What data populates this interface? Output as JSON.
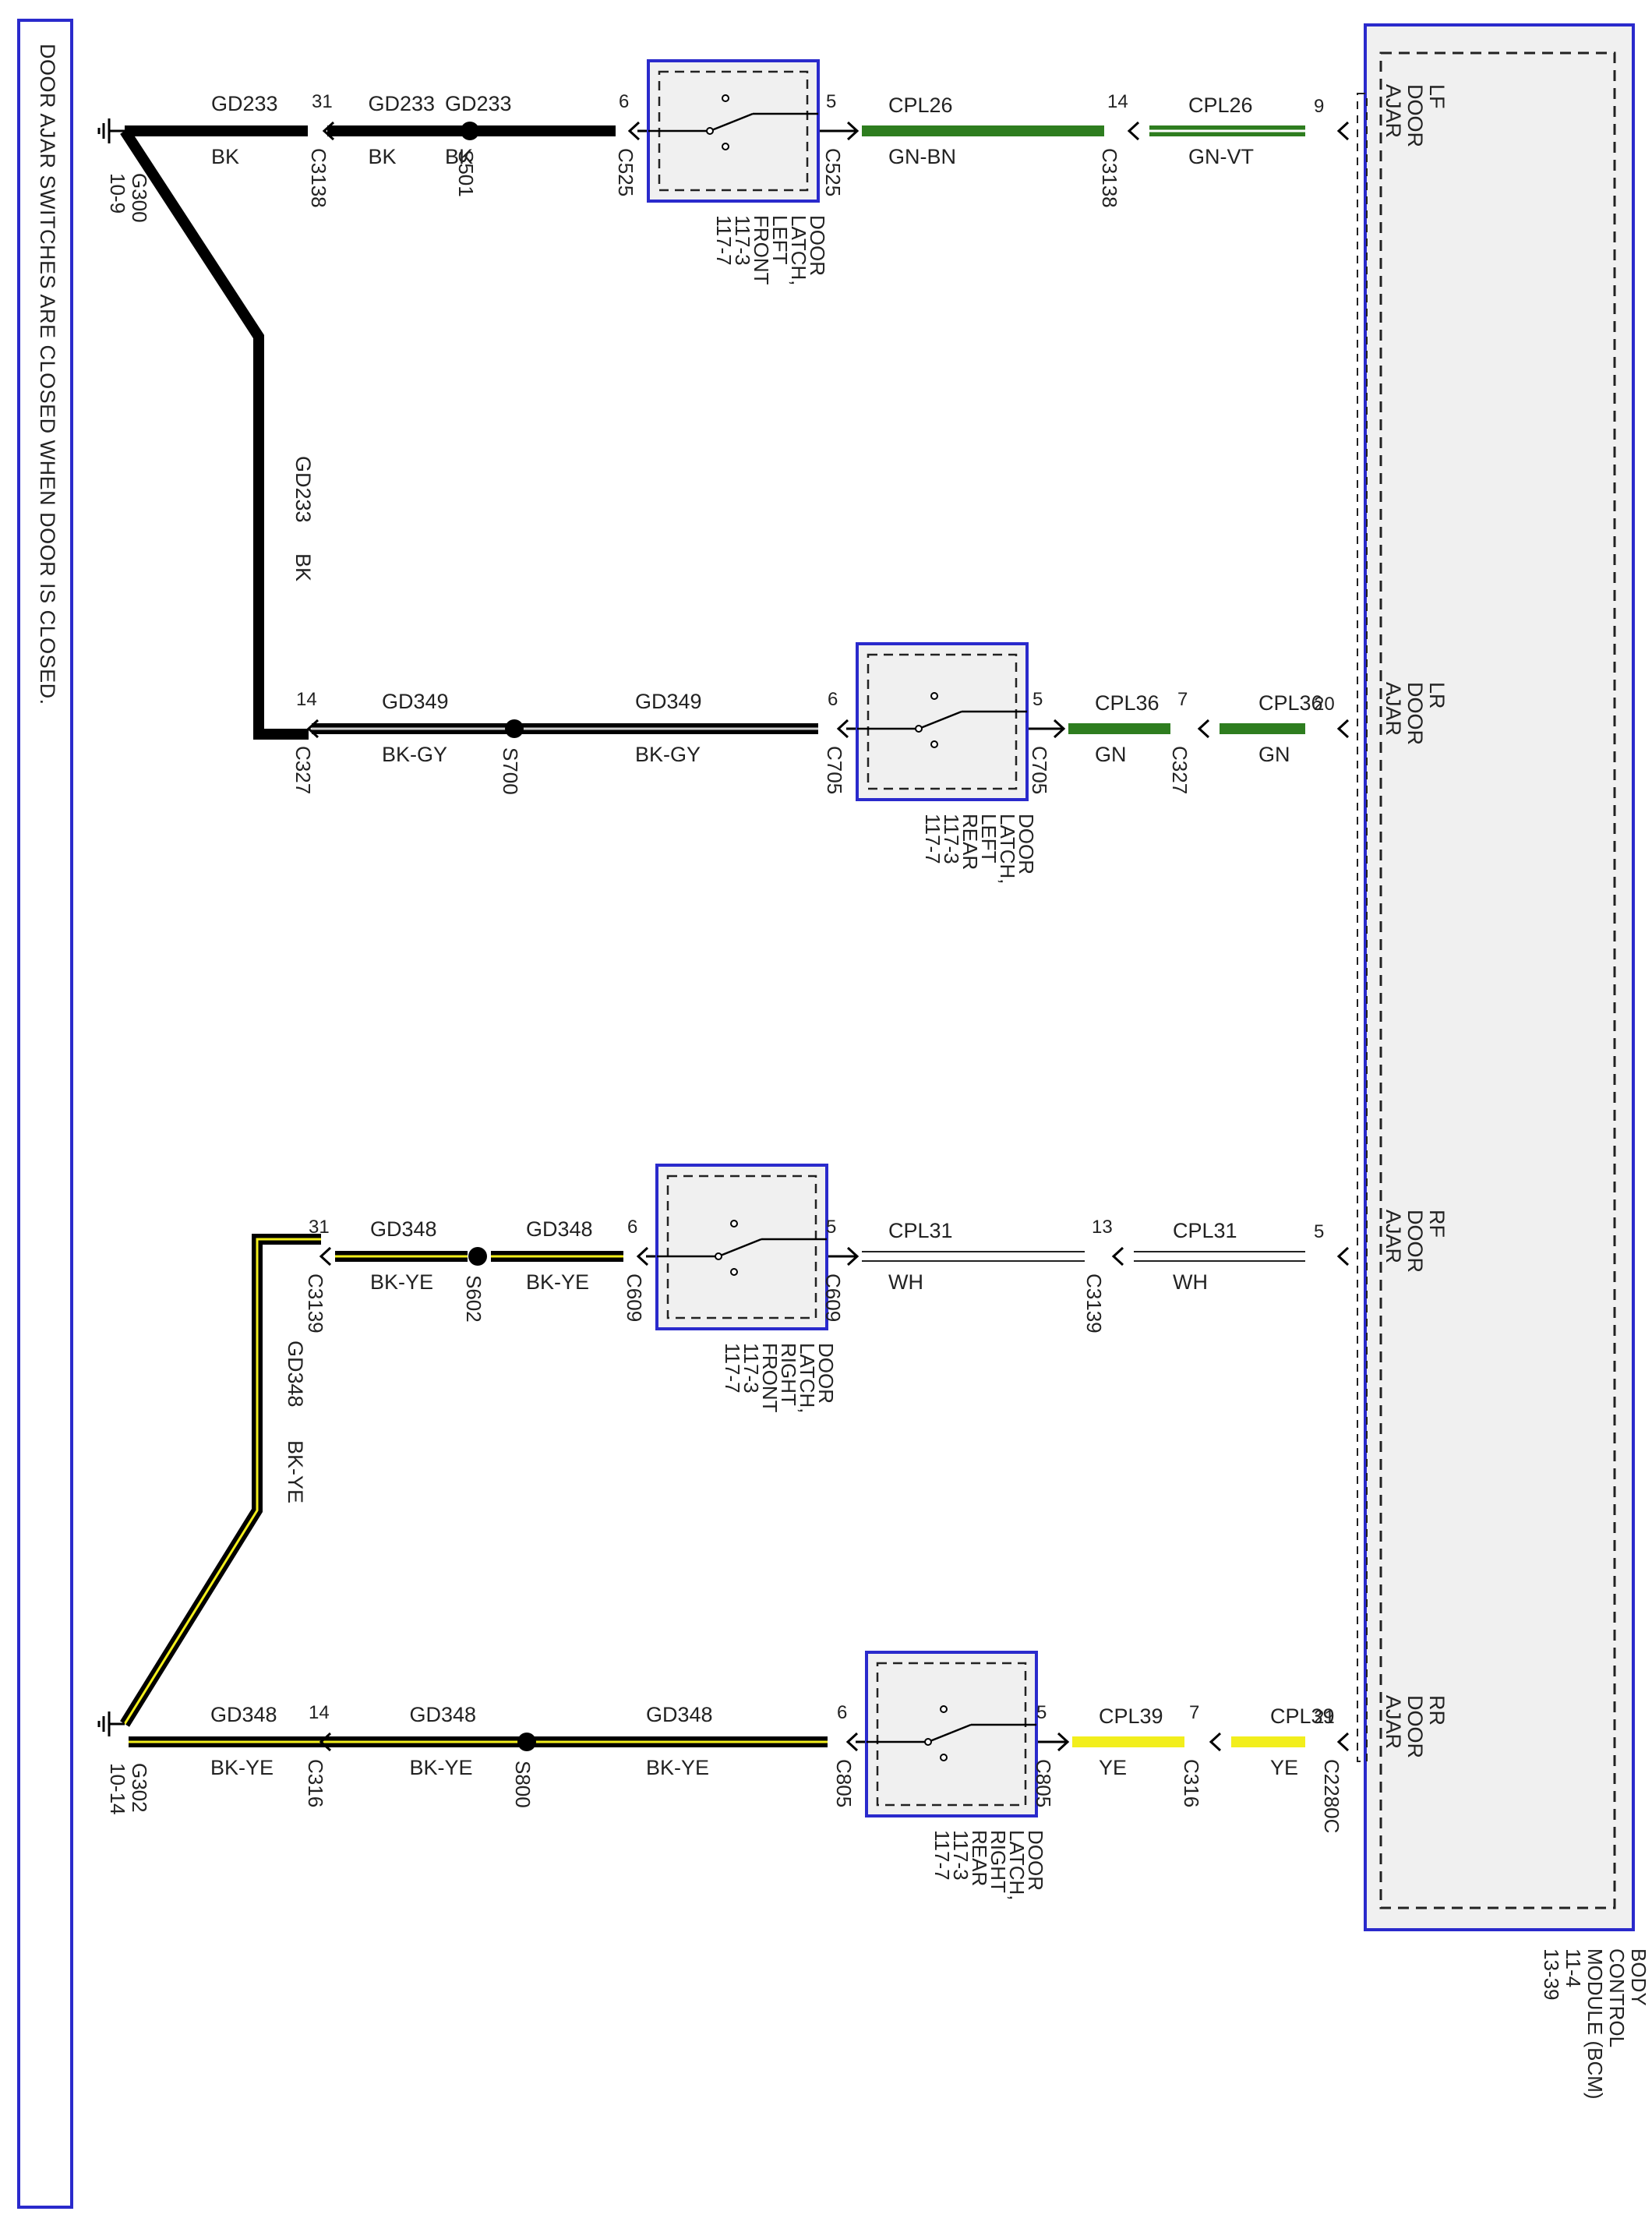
{
  "note": "DOOR AJAR SWITCHES ARE CLOSED WHEN DOOR IS CLOSED.",
  "bcm": {
    "lines": [
      "BODY",
      "CONTROL",
      "MODULE (BCM)",
      "11-4",
      "13-39"
    ]
  },
  "grounds": [
    {
      "id": "G300",
      "ref": "10-9"
    },
    {
      "id": "G302",
      "ref": "10-14"
    }
  ],
  "branches": [
    {
      "key": "lf",
      "bcm_label": [
        "LF",
        "DOOR",
        "AJAR"
      ],
      "bcm_pin": "9",
      "switch_label": [
        "DOOR",
        "LATCH,",
        "LEFT",
        "FRONT",
        "117-3",
        "117-7"
      ],
      "signal": [
        {
          "circuit": "CPL26",
          "color_code": "GN-VT",
          "stroke": "#2e7d1f",
          "stripe": "#ffffff"
        },
        {
          "circuit": "CPL26",
          "color_code": "GN-BN",
          "stroke": "#2e7d1f",
          "stripe": ""
        }
      ],
      "signal_connector": {
        "pin": "14",
        "name": "C3138"
      },
      "switch_in": {
        "pin": "5",
        "name": "C525"
      },
      "switch_out": {
        "pin": "6",
        "name": "C525"
      },
      "ground_wire": [
        {
          "circuit": "GD233",
          "color_code": "BK"
        },
        {
          "circuit": "GD233",
          "color_code": "BK"
        },
        {
          "circuit": "GD233",
          "color_code": "BK"
        }
      ],
      "splice": "S501",
      "ground_connector": {
        "pin": "31",
        "name": "C3138"
      }
    },
    {
      "key": "lr",
      "bcm_label": [
        "LR",
        "DOOR",
        "AJAR"
      ],
      "bcm_pin": "20",
      "switch_label": [
        "DOOR",
        "LATCH,",
        "LEFT",
        "REAR",
        "117-3",
        "117-7"
      ],
      "signal": [
        {
          "circuit": "CPL36",
          "color_code": "GN",
          "stroke": "#2e7d1f",
          "stripe": ""
        },
        {
          "circuit": "CPL36",
          "color_code": "GN",
          "stroke": "#2e7d1f",
          "stripe": ""
        }
      ],
      "signal_connector": {
        "pin": "7",
        "name": "C327"
      },
      "switch_in": {
        "pin": "5",
        "name": "C705"
      },
      "switch_out": {
        "pin": "6",
        "name": "C705"
      },
      "ground_wire": [
        {
          "circuit": "GD349",
          "color_code": "BK-GY"
        },
        {
          "circuit": "GD349",
          "color_code": "BK-GY"
        }
      ],
      "splice": "S700",
      "ground_connector": {
        "pin": "14",
        "name": "C327"
      }
    },
    {
      "key": "rf",
      "bcm_label": [
        "RF",
        "DOOR",
        "AJAR"
      ],
      "bcm_pin": "5",
      "switch_label": [
        "DOOR",
        "LATCH,",
        "RIGHT",
        "FRONT",
        "117-3",
        "117-7"
      ],
      "signal": [
        {
          "circuit": "CPL31",
          "color_code": "WH",
          "stroke": "#ffffff",
          "stripe": ""
        },
        {
          "circuit": "CPL31",
          "color_code": "WH",
          "stroke": "#ffffff",
          "stripe": ""
        }
      ],
      "signal_connector": {
        "pin": "13",
        "name": "C3139"
      },
      "switch_in": {
        "pin": "5",
        "name": "C609"
      },
      "switch_out": {
        "pin": "6",
        "name": "C609"
      },
      "ground_wire": [
        {
          "circuit": "GD348",
          "color_code": "BK-YE"
        },
        {
          "circuit": "GD348",
          "color_code": "BK-YE"
        }
      ],
      "splice": "S602",
      "ground_connector": {
        "pin": "31",
        "name": "C3139"
      }
    },
    {
      "key": "rr",
      "bcm_label": [
        "RR",
        "DOOR",
        "AJAR"
      ],
      "bcm_pin": "21",
      "bcm_connector": "C2280C",
      "switch_label": [
        "DOOR",
        "LATCH,",
        "RIGHT",
        "REAR",
        "117-3",
        "117-7"
      ],
      "signal": [
        {
          "circuit": "CPL39",
          "color_code": "YE",
          "stroke": "#f2ee1c",
          "stripe": ""
        },
        {
          "circuit": "CPL39",
          "color_code": "YE",
          "stroke": "#f2ee1c",
          "stripe": ""
        }
      ],
      "signal_connector": {
        "pin": "7",
        "name": "C316"
      },
      "switch_in": {
        "pin": "5",
        "name": "C805"
      },
      "switch_out": {
        "pin": "6",
        "name": "C805"
      },
      "ground_wire": [
        {
          "circuit": "GD348",
          "color_code": "BK-YE"
        },
        {
          "circuit": "GD348",
          "color_code": "BK-YE"
        },
        {
          "circuit": "GD348",
          "color_code": "BK-YE"
        }
      ],
      "splice": "S800",
      "ground_connector": {
        "pin": "14",
        "name": "C316"
      }
    }
  ],
  "trunk_labels": [
    {
      "circuit": "GD233",
      "color_code": "BK"
    },
    {
      "circuit": "GD348",
      "color_code": "BK-YE"
    }
  ],
  "colors": {
    "outline_blue": "#2a2acc",
    "wire_black": "#000000",
    "wire_green": "#2e7d1f",
    "wire_yellow": "#f2ee1c",
    "module_fill": "#f0f0f0"
  }
}
